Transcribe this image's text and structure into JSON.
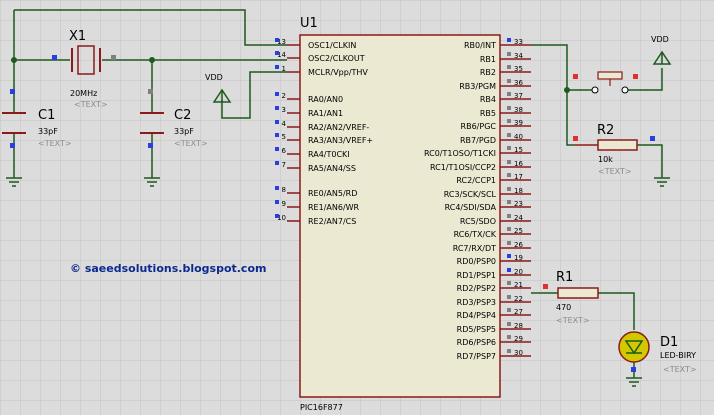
{
  "colors": {
    "background": "#dcdcdc",
    "grid": "#c2c2c2",
    "wire": "#1d5a1d",
    "body_outline": "#8b1a1a",
    "body_fill": "#ebe9d2",
    "pin": "#8b1a1a",
    "label": "#000000",
    "muted": "#8c8c8c",
    "pin_marker_blue": "#2a3fe0",
    "pin_marker_red": "#e03030",
    "pin_marker_gray": "#808080",
    "led_fill": "#d2c800",
    "watermark": "#0a2a90"
  },
  "mcu": {
    "ref": "U1",
    "part": "PIC16F877",
    "left_pins": [
      {
        "num": "13",
        "name": "OSC1/CLKIN"
      },
      {
        "num": "14",
        "name": "OSC2/CLKOUT"
      },
      {
        "num": "1",
        "name": "MCLR/Vpp/THV"
      },
      {
        "num": "2",
        "name": "RA0/AN0"
      },
      {
        "num": "3",
        "name": "RA1/AN1"
      },
      {
        "num": "4",
        "name": "RA2/AN2/VREF-"
      },
      {
        "num": "5",
        "name": "RA3/AN3/VREF+"
      },
      {
        "num": "6",
        "name": "RA4/T0CKI"
      },
      {
        "num": "7",
        "name": "RA5/AN4/SS"
      },
      {
        "num": "8",
        "name": "RE0/AN5/RD"
      },
      {
        "num": "9",
        "name": "RE1/AN6/WR"
      },
      {
        "num": "10",
        "name": "RE2/AN7/CS"
      }
    ],
    "right_pins": [
      {
        "num": "33",
        "name": "RB0/INT"
      },
      {
        "num": "34",
        "name": "RB1"
      },
      {
        "num": "35",
        "name": "RB2"
      },
      {
        "num": "36",
        "name": "RB3/PGM"
      },
      {
        "num": "37",
        "name": "RB4"
      },
      {
        "num": "38",
        "name": "RB5"
      },
      {
        "num": "39",
        "name": "RB6/PGC"
      },
      {
        "num": "40",
        "name": "RB7/PGD"
      },
      {
        "num": "15",
        "name": "RC0/T1OSO/T1CKI"
      },
      {
        "num": "16",
        "name": "RC1/T1OSI/CCP2"
      },
      {
        "num": "17",
        "name": "RC2/CCP1"
      },
      {
        "num": "18",
        "name": "RC3/SCK/SCL"
      },
      {
        "num": "23",
        "name": "RC4/SDI/SDA"
      },
      {
        "num": "24",
        "name": "RC5/SDO"
      },
      {
        "num": "25",
        "name": "RC6/TX/CK"
      },
      {
        "num": "26",
        "name": "RC7/RX/DT"
      },
      {
        "num": "19",
        "name": "RD0/PSP0"
      },
      {
        "num": "20",
        "name": "RD1/PSP1"
      },
      {
        "num": "21",
        "name": "RD2/PSP2"
      },
      {
        "num": "22",
        "name": "RD3/PSP3"
      },
      {
        "num": "27",
        "name": "RD4/PSP4"
      },
      {
        "num": "28",
        "name": "RD5/PSP5"
      },
      {
        "num": "29",
        "name": "RD6/PSP6"
      },
      {
        "num": "30",
        "name": "RD7/PSP7"
      }
    ]
  },
  "crystal": {
    "ref": "X1",
    "value": "20MHz",
    "text": "<TEXT>"
  },
  "c1": {
    "ref": "C1",
    "value": "33pF",
    "text": "<TEXT>"
  },
  "c2": {
    "ref": "C2",
    "value": "33pF",
    "text": "<TEXT>"
  },
  "r1": {
    "ref": "R1",
    "value": "470",
    "text": "<TEXT>"
  },
  "r2": {
    "ref": "R2",
    "value": "10k",
    "text": "<TEXT>"
  },
  "d1": {
    "ref": "D1",
    "value": "LED-BIRY",
    "text": "<TEXT>"
  },
  "vdd_left": "VDD",
  "vdd_right": "VDD",
  "watermark": "© saeedsolutions.blogspot.com"
}
